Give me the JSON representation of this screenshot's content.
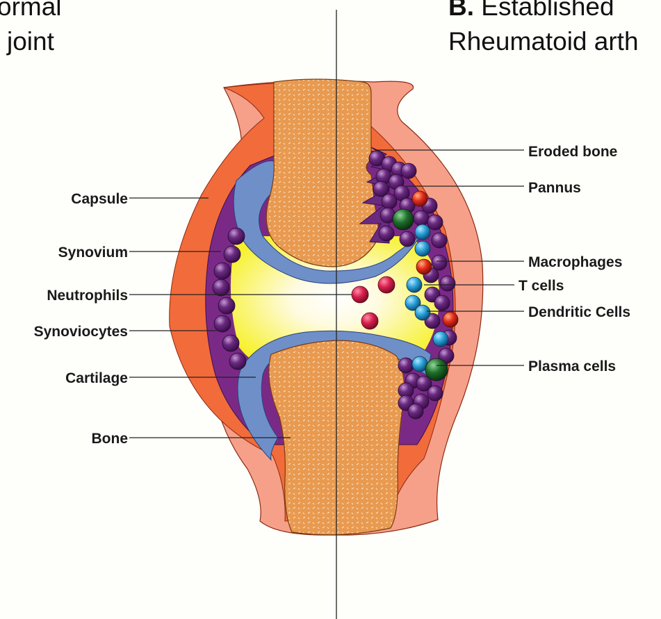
{
  "panel_a": {
    "title_line1": "ormal",
    "title_line2": "joint"
  },
  "panel_b": {
    "prefix": "B.",
    "title_line1": " Established",
    "title_line2": "Rheumatoid arth"
  },
  "left_labels": {
    "capsule": "Capsule",
    "synovium": "Synovium",
    "neutrophils": "Neutrophils",
    "synoviocytes": "Synoviocytes",
    "cartilage": "Cartilage",
    "bone": "Bone"
  },
  "right_labels": {
    "eroded_bone": "Eroded bone",
    "pannus": "Pannus",
    "macrophages": "Macrophages",
    "t_cells": "T cells",
    "dendritic_cells": "Dendritic Cells",
    "plasma_cells": "Plasma cells"
  },
  "colors": {
    "capsule_outer": "#f6a08a",
    "capsule_inner": "#f26b3a",
    "synovium": "#7a2a86",
    "cartilage": "#6f8fc9",
    "bone": "#e89a50",
    "synovial_fluid": "#fbf63a",
    "synoviocyte": "#6a2a80",
    "neutrophil": "#d8204e",
    "t_cell": "#2aa1d8",
    "dendritic_cell": "#e52b1c",
    "plasma_cell": "#1f6f2a"
  }
}
